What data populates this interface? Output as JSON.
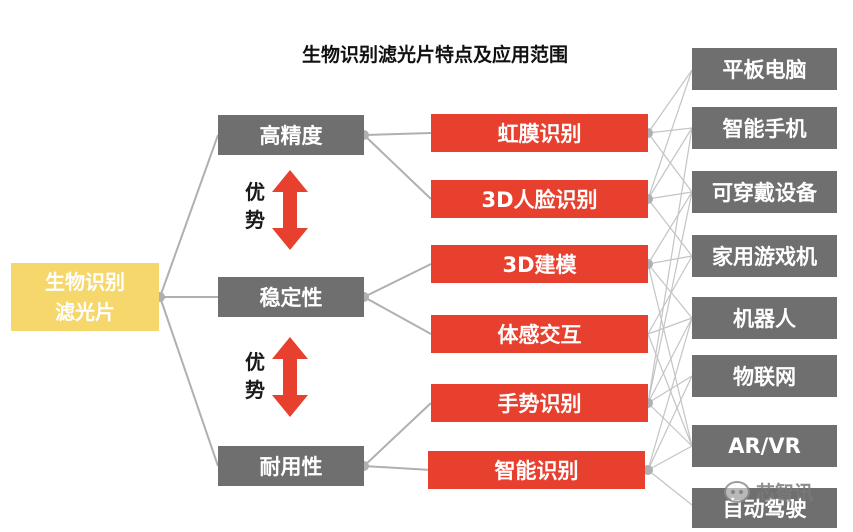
{
  "title": "生物识别滤光片特点及应用范围",
  "root": {
    "line1": "生物识别",
    "line2": "滤光片"
  },
  "properties": [
    "高精度",
    "稳定性",
    "耐用性"
  ],
  "advantage_label": {
    "char1": "优",
    "char2": "势"
  },
  "technologies": [
    "虹膜识别",
    "3D人脸识别",
    "3D建模",
    "体感交互",
    "手势识别",
    "智能识别"
  ],
  "applications": [
    "平板电脑",
    "智能手机",
    "可穿戴设备",
    "家用游戏机",
    "机器人",
    "物联网",
    "AR/VR",
    "自动驾驶"
  ],
  "watermark": "芯智讯",
  "colors": {
    "root": "#f5d76b",
    "property": "#6f6f6f",
    "technology": "#e8402f",
    "application": "#6f6f6f",
    "connector": "#b0b0b0",
    "advantage_arrow": "#e8402f"
  }
}
